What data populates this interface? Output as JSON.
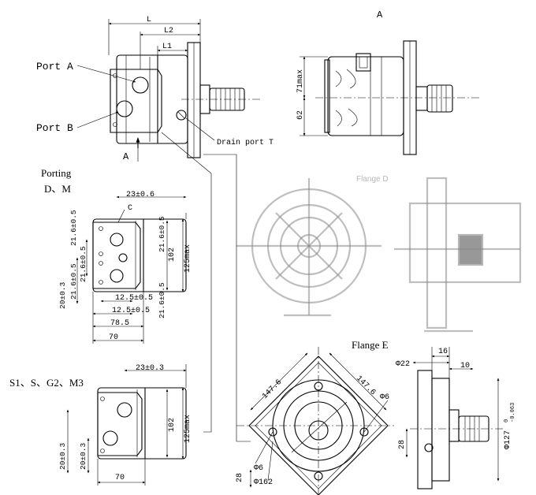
{
  "labels": {
    "view_a_top": "A",
    "view_a_arrow": "A",
    "port_a": "Port A",
    "port_b": "Port B",
    "drain_port": "Drain port T",
    "porting_title": "Porting",
    "porting_dm": "D、M",
    "porting_s": "S1、S、G2、M3",
    "flange_d": "Flange D",
    "flange_e": "Flange E",
    "C": "C"
  },
  "dims": {
    "L": "L",
    "L2": "L2",
    "L1": "L1",
    "d71": "71max",
    "d62": "62",
    "d23a": "23±0.6",
    "d21_6a": "21.6±0.5",
    "d21_6b": "21.6±0.5",
    "d21_6c": "21.6±0.5",
    "d21_6d": "21.6±0.5",
    "d21_6e": "21.6±0.5",
    "d20a": "20±0.3",
    "d12_5a": "12.5±0.5",
    "d12_5b": "12.5±0.5",
    "d78_5": "78.5",
    "d70a": "70",
    "d102a": "102",
    "d125a": "125max",
    "d23b": "23±0.3",
    "d20b": "20±0.3",
    "d20c": "20±0.3",
    "d70b": "70",
    "d102b": "102",
    "d125b": "125max",
    "d147_6a": "147.6",
    "d147_6b": "147.6",
    "phi6a": "Φ6",
    "phi6b": "Φ6",
    "phi162": "Φ162",
    "d28a": "28",
    "d28b": "28",
    "phi22": "Φ22",
    "d16": "16",
    "d10": "10",
    "phi127": "Φ127",
    "tol_upper": "0",
    "tol_lower": "-0.063"
  }
}
